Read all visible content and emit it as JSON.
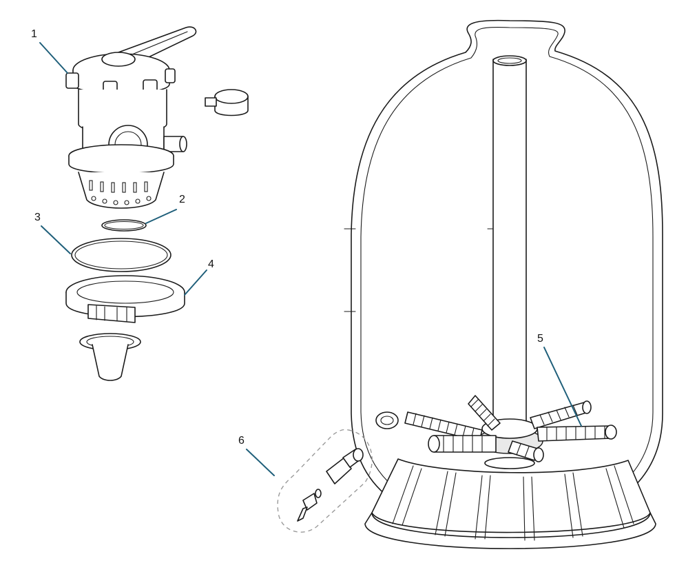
{
  "colors": {
    "leader_line": "#1f5f7a",
    "line_art": "#1a1a1a",
    "shade": "#e9e9e9"
  },
  "callouts": [
    {
      "label": "1",
      "part": "multiport-valve"
    },
    {
      "label": "2",
      "part": "small-o-ring"
    },
    {
      "label": "3",
      "part": "large-o-ring"
    },
    {
      "label": "4",
      "part": "clamp-ring"
    },
    {
      "label": "5",
      "part": "laterals"
    },
    {
      "label": "6",
      "part": "drain-assembly"
    }
  ]
}
